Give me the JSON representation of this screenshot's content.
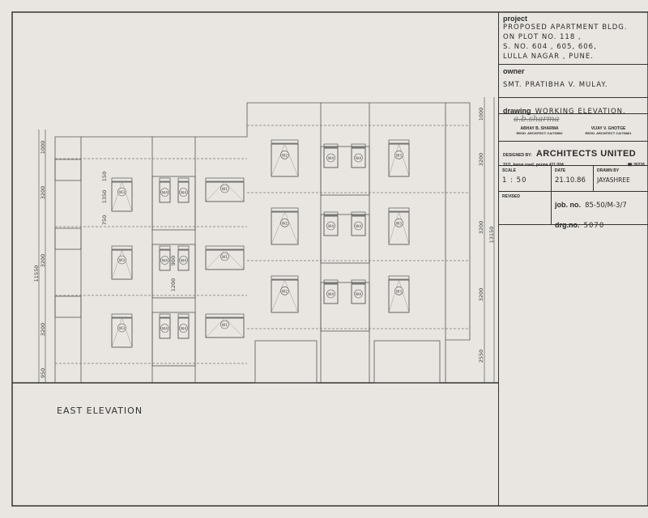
{
  "drawing_title": "EAST ELEVATION",
  "title_block": {
    "project_label": "project",
    "project_lines": [
      "PROPOSED APARTMENT BLDG.",
      "ON PLOT NO. 118 ,",
      "S. NO. 604 , 605, 606,",
      "LULLA NAGAR , PUNE."
    ],
    "owner_label": "owner",
    "owner": "SMT. PRATIBHA V. MULAY.",
    "drawing_label": "drawing",
    "drawing": "WORKING ELEVATION.",
    "signature": "a.b.sharma",
    "architect1_name": "ABHAY B. SHARMA",
    "architect1_reg": "REGD. ARCHITECT CA/75/852",
    "architect2_name": "VIJAY V. GHOTGE",
    "architect2_reg": "REGD. ARCHITECT CA/75/861",
    "designed_by_label": "DESIGNED BY:",
    "firm": "ARCHITECTS UNITED",
    "address": "31/1, karve road, poona 411 004",
    "phone": "☎ 30226",
    "scale_label": "SCALE",
    "scale": "1 : 50",
    "date_label": "DATE",
    "date": "21.10.86",
    "drawn_by_label": "DRAWN BY",
    "drawn_by": "JAYASHREE",
    "revised_label": "REVISED",
    "job_label": "job. no.",
    "job_no": "85-50/M-3/7",
    "drg_label": "drg.no.",
    "drg_no": "5070"
  },
  "dimensions": {
    "left": [
      "1000",
      "3200",
      "3200",
      "3200",
      "950"
    ],
    "left_total": "11550",
    "right": [
      "1000",
      "3200",
      "3200",
      "3200",
      "2550"
    ],
    "right_total": "13150",
    "window_sill": "750",
    "window_height": "1350",
    "lintel": "150",
    "vent_height": "900",
    "vent_sill": "1200"
  },
  "window_tags": {
    "w1": "W1",
    "w2": "W2",
    "w3": "W3",
    "w4": "W4"
  },
  "colors": {
    "paper": "#e9e6e1",
    "ink": "#333333"
  }
}
